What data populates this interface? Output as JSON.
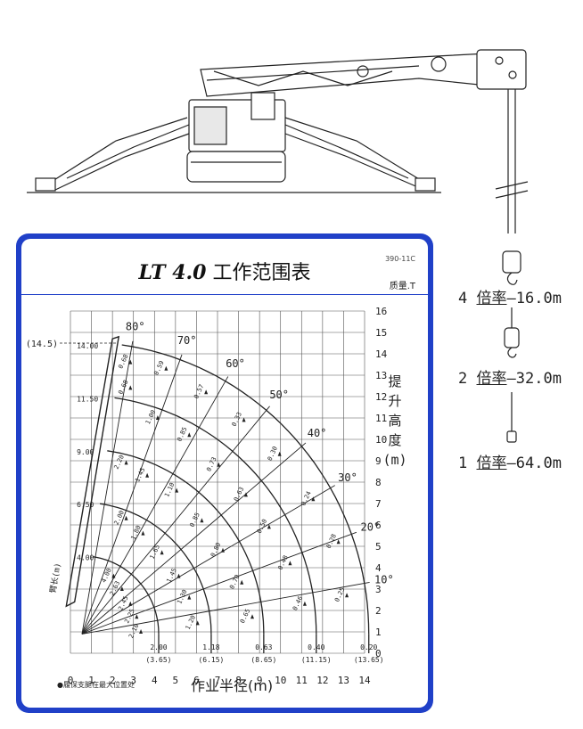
{
  "title": {
    "model": "LT 4.0",
    "text": "工作范围表"
  },
  "code": "390-11C",
  "unit_label": "质量.T",
  "note": "●履保支腿在最大位置处",
  "x_axis_title": "作业半径(m)",
  "y_axis_title": "提升高度(m)",
  "boom_length_label": "臂长(m)",
  "reeving": [
    {
      "parts": "4",
      "word": "倍率",
      "length": "16.0m"
    },
    {
      "parts": "2",
      "word": "倍率",
      "length": "32.0m"
    },
    {
      "parts": "1",
      "word": "倍率",
      "length": "64.0m"
    }
  ],
  "chart_data": {
    "type": "load-range",
    "title": "LT 4.0 工作范围表",
    "xlabel": "作业半径(m)",
    "ylabel": "提升高度(m)",
    "xlim": [
      0,
      14
    ],
    "ylim": [
      0,
      16
    ],
    "x_ticks": [
      "0",
      "1",
      "2",
      "3",
      "4",
      "5",
      "6",
      "7",
      "8",
      "9",
      "10",
      "11",
      "12",
      "13",
      "14"
    ],
    "y_ticks": [
      "0",
      "1",
      "2",
      "3",
      "4",
      "5",
      "6",
      "7",
      "8",
      "9",
      "10",
      "11",
      "12",
      "13",
      "14",
      "15",
      "16"
    ],
    "extra_y_label": "(14.5)",
    "grid": true,
    "boom_lengths": [
      "4.00",
      "6.50",
      "9.00",
      "11.50",
      "14.00"
    ],
    "angles": [
      "80°",
      "70°",
      "60°",
      "50°",
      "40°",
      "30°",
      "20°",
      "10°"
    ],
    "bottom_capacities": [
      "2.00",
      "1.18",
      "0.63",
      "0.40",
      "0.20"
    ],
    "bottom_radii": [
      "(3.65)",
      "(6.15)",
      "(8.65)",
      "(11.15)",
      "(13.65)"
    ],
    "arc_radii": [
      3.65,
      6.15,
      8.65,
      11.15,
      13.65
    ],
    "capacity_labels": [
      {
        "x": 3.1,
        "y": 1.0,
        "t": "2.10"
      },
      {
        "x": 2.9,
        "y": 1.7,
        "t": "2.25"
      },
      {
        "x": 2.6,
        "y": 2.3,
        "t": "2.45"
      },
      {
        "x": 2.2,
        "y": 3.0,
        "t": "2.63"
      },
      {
        "x": 1.8,
        "y": 3.6,
        "t": "4.00"
      },
      {
        "x": 5.8,
        "y": 1.4,
        "t": "1.20"
      },
      {
        "x": 5.4,
        "y": 2.6,
        "t": "1.30"
      },
      {
        "x": 4.9,
        "y": 3.6,
        "t": "1.45"
      },
      {
        "x": 4.1,
        "y": 4.7,
        "t": "1.65"
      },
      {
        "x": 3.2,
        "y": 5.6,
        "t": "1.80"
      },
      {
        "x": 2.4,
        "y": 6.3,
        "t": "2.00"
      },
      {
        "x": 8.4,
        "y": 1.7,
        "t": "0.65"
      },
      {
        "x": 7.9,
        "y": 3.3,
        "t": "0.70"
      },
      {
        "x": 7.0,
        "y": 4.8,
        "t": "0.80"
      },
      {
        "x": 6.0,
        "y": 6.2,
        "t": "0.85"
      },
      {
        "x": 4.8,
        "y": 7.6,
        "t": "1.10"
      },
      {
        "x": 3.4,
        "y": 8.3,
        "t": "1.45"
      },
      {
        "x": 2.4,
        "y": 8.9,
        "t": "2.20"
      },
      {
        "x": 10.9,
        "y": 2.3,
        "t": "0.46"
      },
      {
        "x": 10.2,
        "y": 4.2,
        "t": "0.48"
      },
      {
        "x": 9.2,
        "y": 5.9,
        "t": "0.50"
      },
      {
        "x": 8.1,
        "y": 7.4,
        "t": "0.63"
      },
      {
        "x": 6.8,
        "y": 8.8,
        "t": "0.73"
      },
      {
        "x": 5.4,
        "y": 10.2,
        "t": "0.85"
      },
      {
        "x": 3.9,
        "y": 11.0,
        "t": "1.00"
      },
      {
        "x": 2.6,
        "y": 12.4,
        "t": "0.68"
      },
      {
        "x": 12.9,
        "y": 2.7,
        "t": "0.25"
      },
      {
        "x": 12.5,
        "y": 5.2,
        "t": "0.28"
      },
      {
        "x": 11.3,
        "y": 7.2,
        "t": "0.24"
      },
      {
        "x": 9.7,
        "y": 9.3,
        "t": "0.30"
      },
      {
        "x": 8.0,
        "y": 10.9,
        "t": "0.33"
      },
      {
        "x": 6.2,
        "y": 12.2,
        "t": "0.57"
      },
      {
        "x": 4.3,
        "y": 13.3,
        "t": "0.59"
      },
      {
        "x": 2.6,
        "y": 13.6,
        "t": "0.68"
      }
    ]
  }
}
